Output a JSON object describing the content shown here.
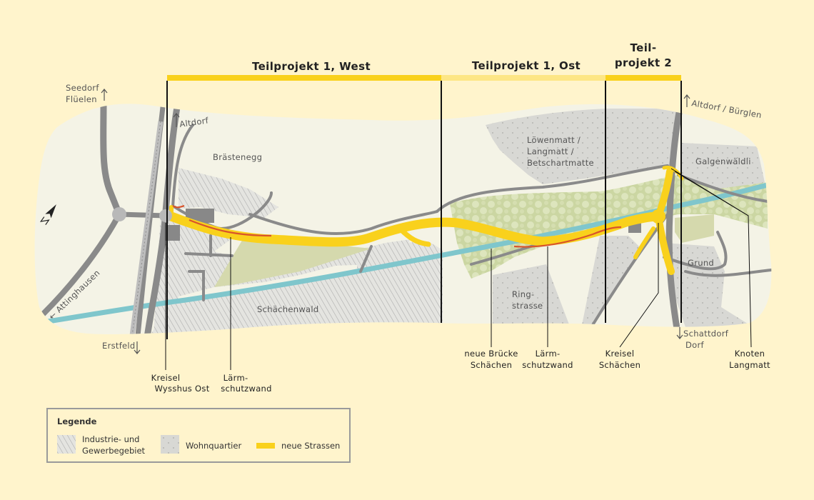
{
  "sections": {
    "west": "Teilprojekt 1, West",
    "ost": "Teilprojekt 1, Ost",
    "tp2_line1": "Teil-",
    "tp2_line2": "projekt 2"
  },
  "places": {
    "seedorf": "Seedorf",
    "flueelen": "Flüelen",
    "altdorf_west": "Altdorf",
    "braestenegg": "Brästenegg",
    "attinghausen": "← Attinghausen",
    "erstfeld": "Erstfeld",
    "schaechenwald": "Schächenwald",
    "loewenmatt_1": "Löwenmatt /",
    "loewenmatt_2": "Langmatt /",
    "loewenmatt_3": "Betschartmatte",
    "altdorf_buerglen": "Altdorf / Bürglen",
    "galgenwaeldli": "Galgenwäldli",
    "grund": "Grund",
    "ringstrasse_1": "Ring-",
    "ringstrasse_2": "strasse",
    "schattdorf_1": "Schattdorf",
    "schattdorf_2": "Dorf"
  },
  "callouts": {
    "kreisel_wysshus_1": "Kreisel",
    "kreisel_wysshus_2": "Wysshus Ost",
    "laerm_west_1": "Lärm-",
    "laerm_west_2": "schutzwand",
    "bruecke_1": "neue Brücke",
    "bruecke_2": "Schächen",
    "laerm_ost_1": "Lärm-",
    "laerm_ost_2": "schutzwand",
    "kreisel_schaechen_1": "Kreisel",
    "kreisel_schaechen_2": "Schächen",
    "knoten_1": "Knoten",
    "knoten_2": "Langmatt"
  },
  "legend": {
    "title": "Legende",
    "industrie_1": "Industrie- und",
    "industrie_2": "Gewerbegebiet",
    "wohnquartier": "Wohnquartier",
    "neue_strassen": "neue Strassen"
  },
  "colors": {
    "background": "#fff4cc",
    "land": "#f4f3e6",
    "new_road": "#f9d11c",
    "existing_road": "#8a8a8a",
    "river": "#7fc6cc",
    "noise_wall": "#d9542b",
    "forest": "#c9d4a3",
    "field": "#d8dcb0",
    "residential": "#d8d8d4"
  },
  "icons": {
    "north_arrow": "north-arrow-icon"
  }
}
